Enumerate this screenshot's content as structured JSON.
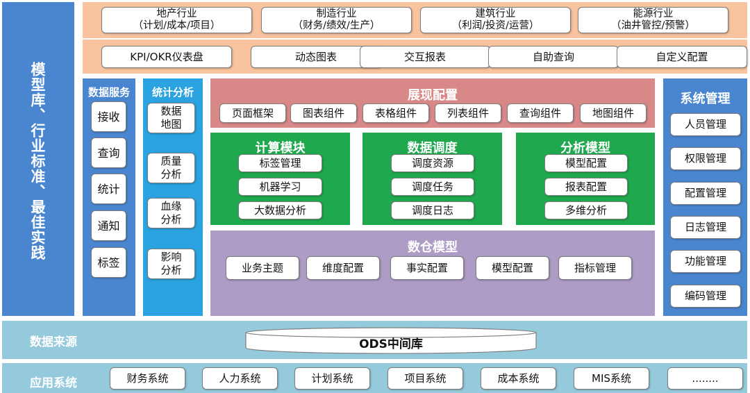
{
  "left_vertical": {
    "text": "模型库、行业标准、最佳实践"
  },
  "industry": {
    "items": [
      {
        "title": "地产行业",
        "sub": "（计划/成本/项目）"
      },
      {
        "title": "制造行业",
        "sub": "（财务/绩效/生产）"
      },
      {
        "title": "建筑行业",
        "sub": "（利润/投资/运营）"
      },
      {
        "title": "能源行业",
        "sub": "（油井管控/预警）"
      }
    ]
  },
  "features": {
    "items": [
      "KPI/OKR仪表盘",
      "动态图表",
      "交互报表",
      "自助查询",
      "自定义配置"
    ]
  },
  "data_service": {
    "title": "数据服务",
    "items": [
      "接收",
      "查询",
      "统计",
      "通知",
      "标签"
    ]
  },
  "stat_analysis": {
    "title": "统计分析",
    "items": [
      "数据\n地图",
      "质量\n分析",
      "血缘\n分析",
      "影响\n分析"
    ]
  },
  "display_config": {
    "title": "展现配置",
    "items": [
      "页面框架",
      "图表组件",
      "表格组件",
      "列表组件",
      "查询组件",
      "地图组件"
    ]
  },
  "compute": {
    "title": "计算模块",
    "items": [
      "标签管理",
      "机器学习",
      "大数据分析"
    ]
  },
  "scheduling": {
    "title": "数据调度",
    "items": [
      "调度资源",
      "调度任务",
      "调度日志"
    ]
  },
  "analysis_model": {
    "title": "分析模型",
    "items": [
      "模型配置",
      "报表配置",
      "多维分析"
    ]
  },
  "warehouse": {
    "title": "数仓模型",
    "items": [
      "业务主题",
      "维度配置",
      "事实配置",
      "模型配置",
      "指标管理"
    ]
  },
  "system_mgmt": {
    "title": "系统管理",
    "items": [
      "人员管理",
      "权限管理",
      "配置管理",
      "日志管理",
      "功能管理",
      "编码管理"
    ]
  },
  "data_source": {
    "title": "数据来源",
    "ods": "ODS中间库"
  },
  "app_systems": {
    "title": "应用系统",
    "items": [
      "财务系统",
      "人力系统",
      "计划系统",
      "项目系统",
      "成本系统",
      "MIS系统",
      "........"
    ]
  }
}
